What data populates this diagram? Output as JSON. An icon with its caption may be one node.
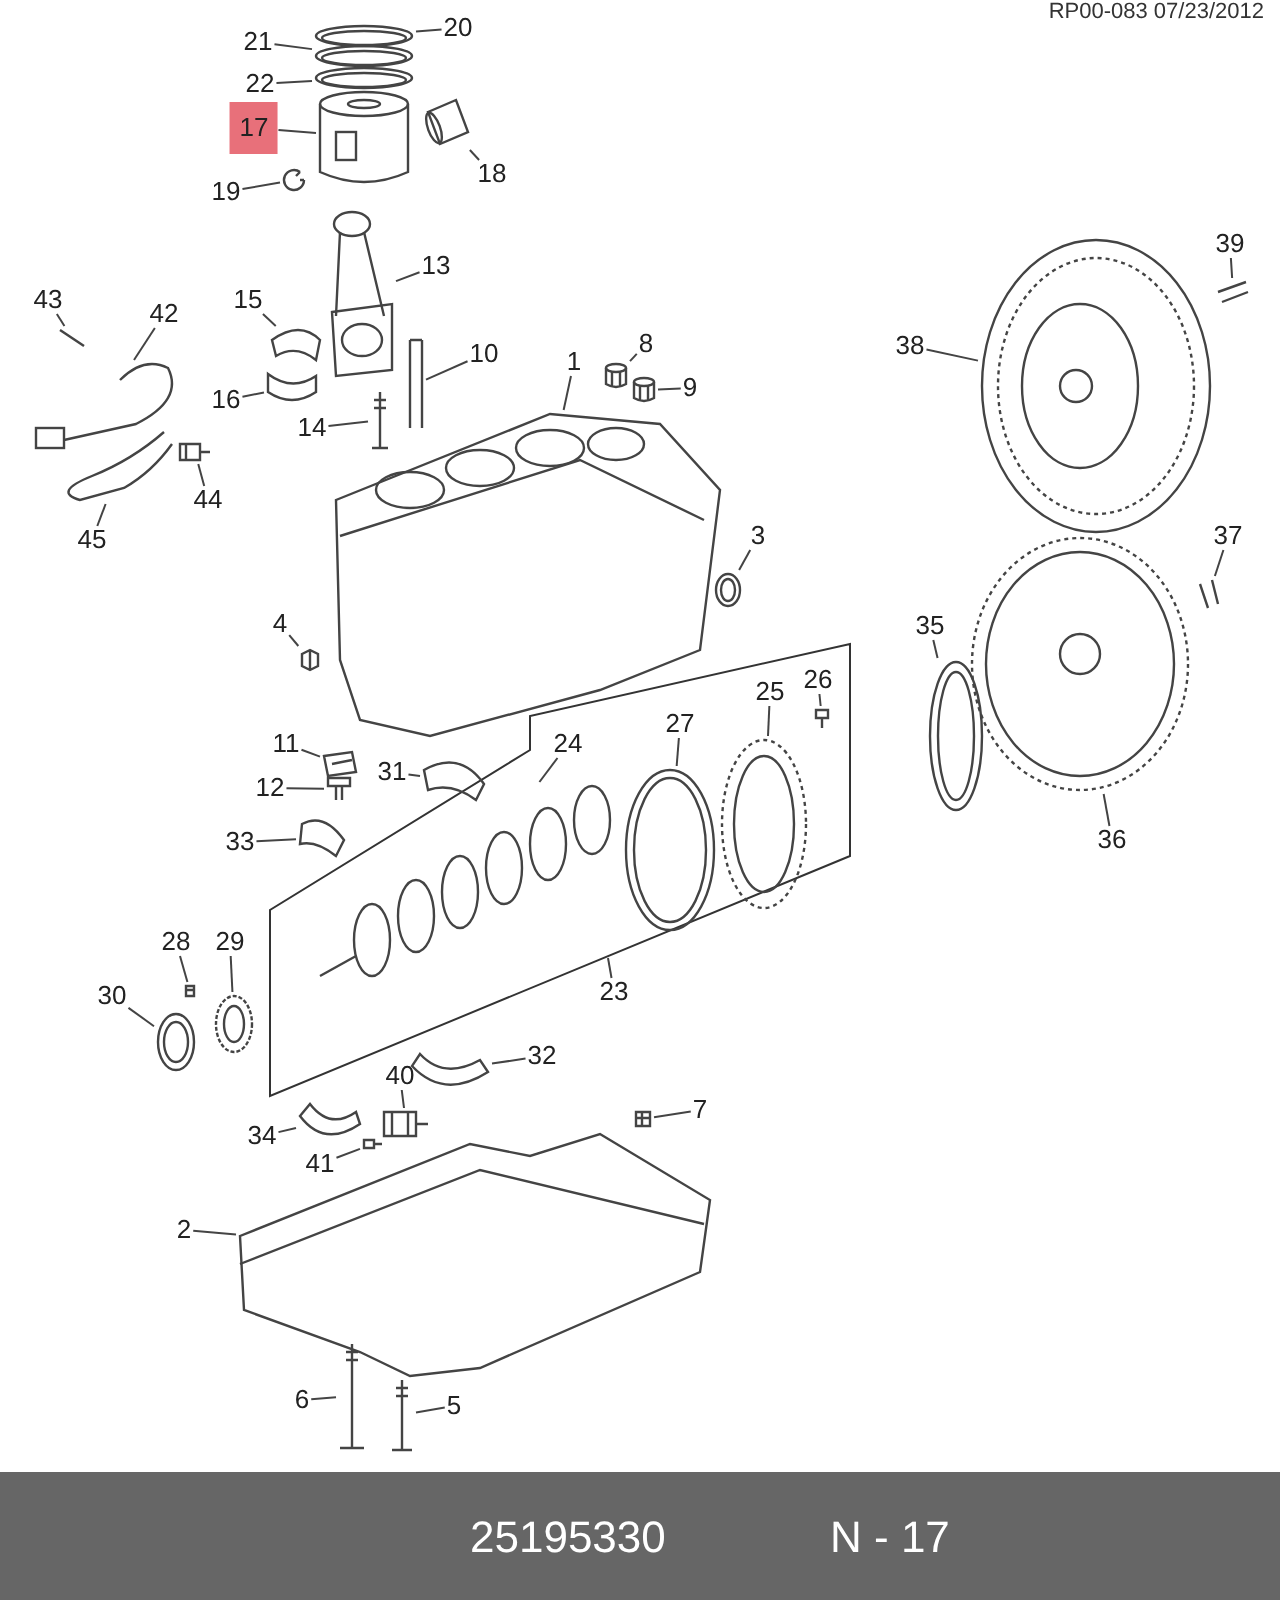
{
  "diagram": {
    "nodes": [
      {
        "text": [],
        "shape": "box"
      },
      {
        "text": [
          "1"
        ]
      },
      {
        "text": [
          "2"
        ]
      },
      {
        "text": [
          "3"
        ]
      },
      {
        "text": [
          "4"
        ]
      },
      {
        "text": [
          "5"
        ]
      },
      {
        "text": [
          "6"
        ]
      },
      {
        "text": [
          "7"
        ]
      },
      {
        "text": [
          "8"
        ]
      },
      {
        "text": [
          "9"
        ]
      },
      {
        "text": [
          "10"
        ]
      },
      {
        "text": [
          "11"
        ]
      },
      {
        "text": [
          "12"
        ]
      },
      {
        "text": [
          "13"
        ]
      },
      {
        "text": [
          "14"
        ]
      },
      {
        "text": [
          "15"
        ]
      },
      {
        "text": [
          "16"
        ]
      },
      {
        "text": [
          "17"
        ]
      },
      {
        "text": [
          "18"
        ]
      },
      {
        "text": [
          "19"
        ]
      },
      {
        "text": [
          "20"
        ]
      },
      {
        "text": [
          "21"
        ]
      },
      {
        "text": [
          "22"
        ]
      },
      {
        "text": [
          "23"
        ]
      },
      {
        "text": [
          "24"
        ],
        "in": 0
      },
      {
        "text": [
          "25"
        ],
        "in": 0
      },
      {
        "text": [
          "26"
        ],
        "in": 0
      },
      {
        "text": [
          "27"
        ],
        "in": 0
      },
      {
        "text": [
          "28"
        ]
      },
      {
        "text": [
          "29"
        ]
      },
      {
        "text": [
          "30"
        ]
      },
      {
        "text": [
          "31"
        ]
      },
      {
        "text": [
          "32"
        ]
      },
      {
        "text": [
          "33"
        ]
      },
      {
        "text": [
          "34"
        ]
      },
      {
        "text": [
          "35"
        ]
      },
      {
        "text": [
          "36"
        ]
      },
      {
        "text": [
          "37"
        ]
      },
      {
        "text": [
          "38"
        ]
      },
      {
        "text": [
          "39"
        ]
      },
      {
        "text": [
          "40"
        ]
      },
      {
        "text": [
          "41"
        ]
      },
      {
        "text": [
          "42"
        ]
      },
      {
        "text": [
          "43"
        ]
      },
      {
        "text": [
          "44"
        ]
      },
      {
        "text": [
          "45"
        ]
      },
      {
        "text": [],
        "shape": "picture"
      },
      {
        "text": [],
        "shape": "picture"
      },
      {
        "text": [],
        "shape": "picture"
      },
      {
        "text": [],
        "shape": "picture"
      },
      {
        "text": [],
        "shape": "picture"
      },
      {
        "text": [],
        "shape": "picture"
      },
      {
        "text": [],
        "shape": "picture"
      },
      {
        "text": [],
        "shape": "picture"
      },
      {
        "text": [],
        "shape": "picture"
      },
      {
        "text": [],
        "shape": "picture"
      },
      {
        "text": [],
        "shape": "picture"
      },
      {
        "text": [],
        "shape": "picture"
      },
      {
        "text": [],
        "shape": "picture"
      },
      {
        "text": [],
        "shape": "picture"
      },
      {
        "text": [],
        "shape": "picture"
      },
      {
        "text": [],
        "shape": "picture"
      },
      {
        "text": [],
        "shape": "picture"
      },
      {
        "text": [],
        "shape": "picture"
      },
      {
        "text": [],
        "shape": "picture"
      },
      {
        "text": [],
        "shape": "picture"
      },
      {
        "text": [],
        "shape": "picture"
      },
      {
        "text": [],
        "shape": "picture"
      },
      {
        "text": [],
        "shape": "picture",
        "in": 0
      },
      {
        "text": [],
        "shape": "picture",
        "in": 0
      },
      {
        "text": [],
        "shape": "picture",
        "in": 0
      },
      {
        "text": [],
        "shape": "picture",
        "in": 0
      },
      {
        "text": [],
        "shape": "picture"
      },
      {
        "text": [],
        "shape": "picture"
      },
      {
        "text": [],
        "shape": "picture"
      },
      {
        "text": [],
        "shape": "picture"
      },
      {
        "text": [],
        "shape": "picture"
      },
      {
        "text": [],
        "shape": "picture"
      },
      {
        "text": [],
        "shape": "picture"
      },
      {
        "text": [],
        "shape": "picture"
      },
      {
        "text": [],
        "shape": "picture"
      },
      {
        "text": [],
        "shape": "picture"
      },
      {
        "text": [],
        "shape": "picture"
      },
      {
        "text": [],
        "shape": "picture"
      },
      {
        "text": [],
        "shape": "picture"
      },
      {
        "text": [],
        "shape": "picture"
      },
      {
        "text": [],
        "shape": "picture"
      },
      {
        "text": [],
        "shape": "picture"
      },
      {
        "text": [],
        "shape": "picture"
      },
      {
        "text": [],
        "shape": "picture"
      }
    ],
    "edges": [
      {
        "from": 1,
        "to": 46,
        "arrow": "none"
      },
      {
        "from": 2,
        "to": 47,
        "arrow": "none"
      },
      {
        "from": 3,
        "to": 48,
        "arrow": "none"
      },
      {
        "from": 4,
        "to": 49,
        "arrow": "none"
      },
      {
        "from": 5,
        "to": 50,
        "arrow": "none"
      },
      {
        "from": 6,
        "to": 51,
        "arrow": "none"
      },
      {
        "from": 7,
        "to": 52,
        "arrow": "none"
      },
      {
        "from": 8,
        "to": 53,
        "arrow": "none"
      },
      {
        "from": 9,
        "to": 54,
        "arrow": "none"
      },
      {
        "from": 10,
        "to": 55,
        "arrow": "none"
      },
      {
        "from": 11,
        "to": 56,
        "arrow": "none"
      },
      {
        "from": 12,
        "to": 57,
        "arrow": "none"
      },
      {
        "from": 13,
        "to": 58,
        "arrow": "none"
      },
      {
        "from": 14,
        "to": 59,
        "arrow": "none"
      },
      {
        "from": 15,
        "to": 60,
        "arrow": "none"
      },
      {
        "from": 16,
        "to": 61,
        "arrow": "none"
      },
      {
        "from": 17,
        "to": 62,
        "arrow": "none"
      },
      {
        "from": 18,
        "to": 63,
        "arrow": "none"
      },
      {
        "from": 19,
        "to": 64,
        "arrow": "none"
      },
      {
        "from": 20,
        "to": 65,
        "arrow": "none"
      },
      {
        "from": 21,
        "to": 66,
        "arrow": "none"
      },
      {
        "from": 22,
        "to": 67,
        "arrow": "none"
      },
      {
        "from": 23,
        "to": 0,
        "arrow": "none"
      },
      {
        "from": 24,
        "to": 68,
        "arrow": "none"
      },
      {
        "from": 25,
        "to": 69,
        "arrow": "none"
      },
      {
        "from": 26,
        "to": 70,
        "arrow": "none"
      },
      {
        "from": 27,
        "to": 71,
        "arrow": "none"
      },
      {
        "from": 28,
        "to": 72,
        "arrow": "none"
      },
      {
        "from": 29,
        "to": 73,
        "arrow": "none"
      },
      {
        "from": 30,
        "to": 74,
        "arrow": "none"
      },
      {
        "from": 31,
        "to": 75,
        "arrow": "none"
      },
      {
        "from": 32,
        "to": 76,
        "arrow": "none"
      },
      {
        "from": 33,
        "to": 77,
        "arrow": "none"
      },
      {
        "from": 34,
        "to": 78,
        "arrow": "none"
      },
      {
        "from": 35,
        "to": 79,
        "arrow": "none"
      },
      {
        "from": 36,
        "to": 80,
        "arrow": "none"
      },
      {
        "from": 37,
        "to": 81,
        "arrow": "none"
      },
      {
        "from": 38,
        "to": 82,
        "arrow": "none"
      },
      {
        "from": 39,
        "to": 83,
        "arrow": "none"
      },
      {
        "from": 40,
        "to": 84,
        "arrow": "none"
      },
      {
        "from": 41,
        "to": 85,
        "arrow": "none"
      },
      {
        "from": 42,
        "to": 86,
        "arrow": "none"
      },
      {
        "from": 43,
        "to": 87,
        "arrow": "none"
      },
      {
        "from": 44,
        "to": 88,
        "arrow": "none"
      },
      {
        "from": 45,
        "to": 89,
        "arrow": "none"
      }
    ],
    "labels": [
      "RP00-083 07/23/2012",
      "25195330",
      "N - 17"
    ]
  }
}
